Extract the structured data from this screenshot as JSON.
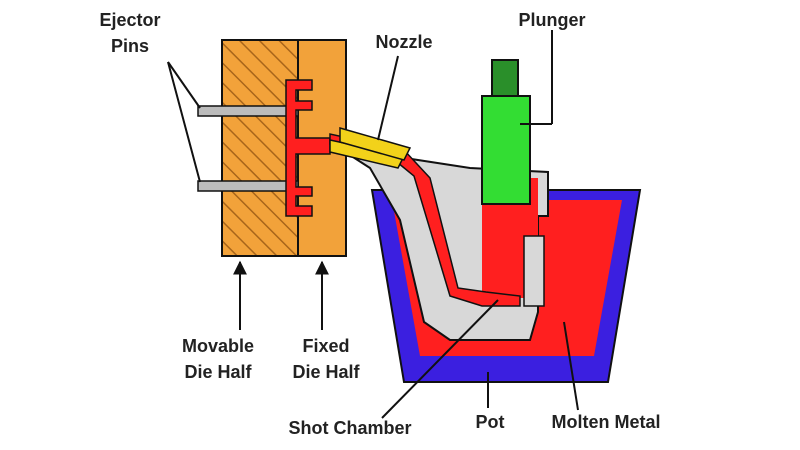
{
  "labels": {
    "ejector_pins_line1": "Ejector",
    "ejector_pins_line2": "Pins",
    "nozzle": "Nozzle",
    "plunger": "Plunger",
    "movable_die_line1": "Movable",
    "movable_die_line2": "Die Half",
    "fixed_die_line1": "Fixed",
    "fixed_die_line2": "Die Half",
    "shot_chamber": "Shot Chamber",
    "pot": "Pot",
    "molten_metal": "Molten Metal"
  },
  "colors": {
    "movable_die": "#f2a23a",
    "fixed_die": "#f2a23a",
    "hatch": "#a8651a",
    "molten_metal": "#ff1f1f",
    "pot": "#3b1fe0",
    "plunger_body": "#33dd33",
    "plunger_rod": "#2a8f2a",
    "nozzle": "#f2d21a",
    "gooseneck": "#d8d8d8",
    "ejector_pin": "#bcbcbc",
    "outline": "#111111"
  }
}
